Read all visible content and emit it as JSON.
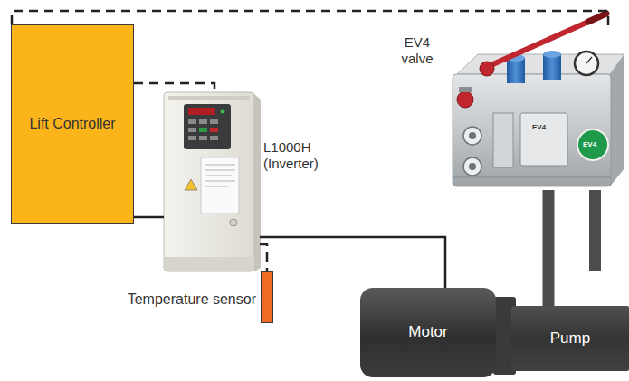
{
  "diagram": {
    "nodes": [
      {
        "text": [
          "Lift Controller"
        ]
      },
      {
        "text": [
          "L1000H (Inverter)"
        ]
      },
      {
        "text": [
          "EV4 valve"
        ]
      },
      {
        "text": [
          "Temperature sensor"
        ]
      },
      {
        "text": [
          "Motor"
        ]
      },
      {
        "text": [
          "Pump"
        ]
      }
    ],
    "edges": [
      {
        "from": 0,
        "to": 2,
        "arrow": "none"
      },
      {
        "from": 0,
        "to": 1,
        "arrow": "none"
      },
      {
        "from": 0,
        "to": 1,
        "arrow": "none"
      },
      {
        "from": 1,
        "to": 4,
        "arrow": "none"
      },
      {
        "from": 1,
        "to": 3,
        "arrow": "none"
      },
      {
        "from": 5,
        "to": 2,
        "arrow": "none"
      }
    ],
    "labels": [
      "EV4",
      "EV4"
    ]
  }
}
